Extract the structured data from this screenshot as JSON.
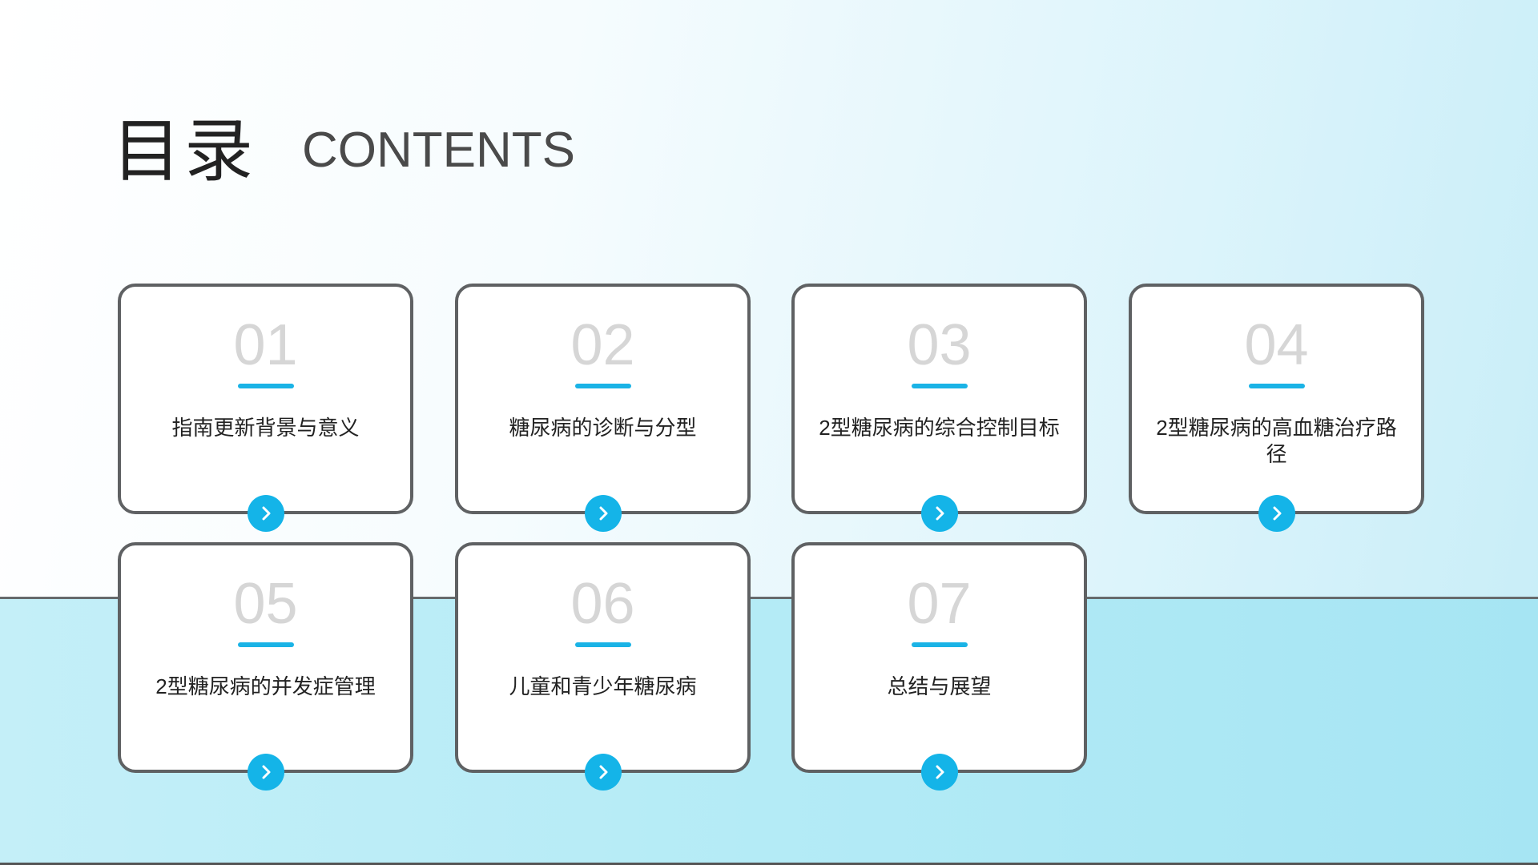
{
  "header": {
    "title_cn": "目录",
    "title_en": "CONTENTS"
  },
  "colors": {
    "accent": "#14b4e8",
    "border": "#5f6163",
    "number": "#d6d6d6"
  },
  "items": [
    {
      "number": "01",
      "label": "指南更新背景与意义"
    },
    {
      "number": "02",
      "label": "糖尿病的诊断与分型"
    },
    {
      "number": "03",
      "label": "2型糖尿病的综合控制目标"
    },
    {
      "number": "04",
      "label": "2型糖尿病的高血糖治疗路径"
    },
    {
      "number": "05",
      "label": "2型糖尿病的并发症管理"
    },
    {
      "number": "06",
      "label": "儿童和青少年糖尿病"
    },
    {
      "number": "07",
      "label": "总结与展望"
    }
  ],
  "icons": {
    "arrow": "chevron-right-icon"
  }
}
